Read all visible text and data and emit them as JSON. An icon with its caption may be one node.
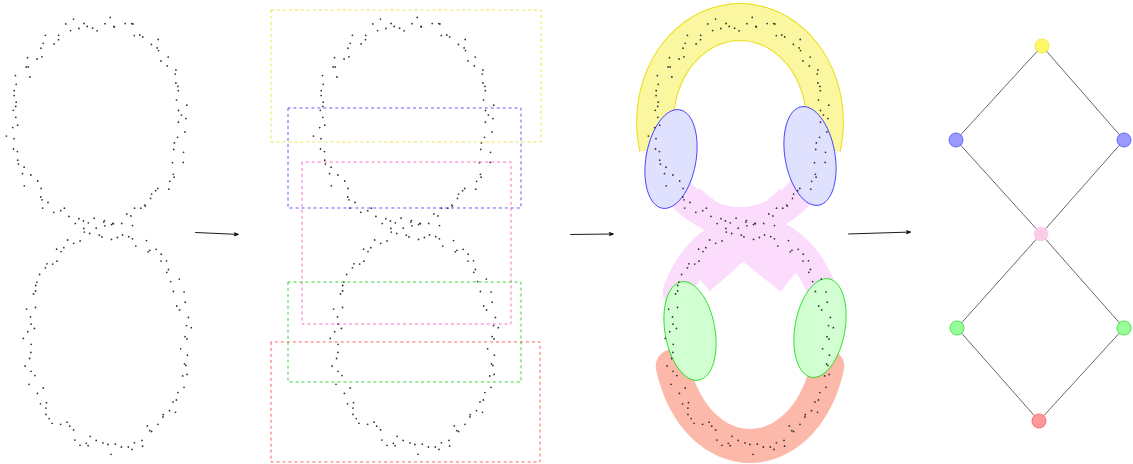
{
  "diagram": {
    "nodes": [
      {
        "text": [],
        "shape": "picture"
      },
      {
        "text": [],
        "shape": "picture"
      },
      {
        "text": [],
        "shape": "picture"
      },
      {
        "text": [],
        "shape": "circle"
      },
      {
        "text": [],
        "shape": "circle"
      },
      {
        "text": [],
        "shape": "circle"
      },
      {
        "text": [],
        "shape": "circle"
      },
      {
        "text": [],
        "shape": "circle"
      },
      {
        "text": [],
        "shape": "circle"
      },
      {
        "text": [],
        "shape": "circle"
      }
    ],
    "edges": [
      {
        "from": 0,
        "to": 1,
        "arrow": "to"
      },
      {
        "from": 1,
        "to": 2,
        "arrow": "to"
      },
      {
        "from": 2,
        "to": null,
        "arrow": "to"
      },
      {
        "from": 3,
        "to": 4,
        "arrow": "none"
      },
      {
        "from": 3,
        "to": 5,
        "arrow": "none"
      },
      {
        "from": 4,
        "to": 6,
        "arrow": "none"
      },
      {
        "from": 5,
        "to": 6,
        "arrow": "none"
      },
      {
        "from": 6,
        "to": 7,
        "arrow": "none"
      },
      {
        "from": 6,
        "to": 8,
        "arrow": "none"
      },
      {
        "from": 7,
        "to": 9,
        "arrow": "none"
      },
      {
        "from": 8,
        "to": 9,
        "arrow": "none"
      }
    ]
  }
}
